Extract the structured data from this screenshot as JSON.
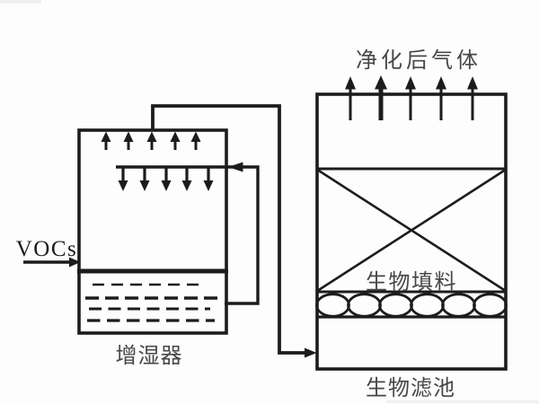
{
  "figure": {
    "type": "process-flow-diagram",
    "labels": {
      "purified_gas": "净化后气体",
      "vocs_inlet": "VOCs",
      "humidifier": "增湿器",
      "bio_packing": "生物填料",
      "biofilter": "生物滤池"
    },
    "colors": {
      "line": "#1c1c1c",
      "label_text": "#474747",
      "vocs_text": "#1b1b1b",
      "background": "#fdfdfd"
    }
  }
}
